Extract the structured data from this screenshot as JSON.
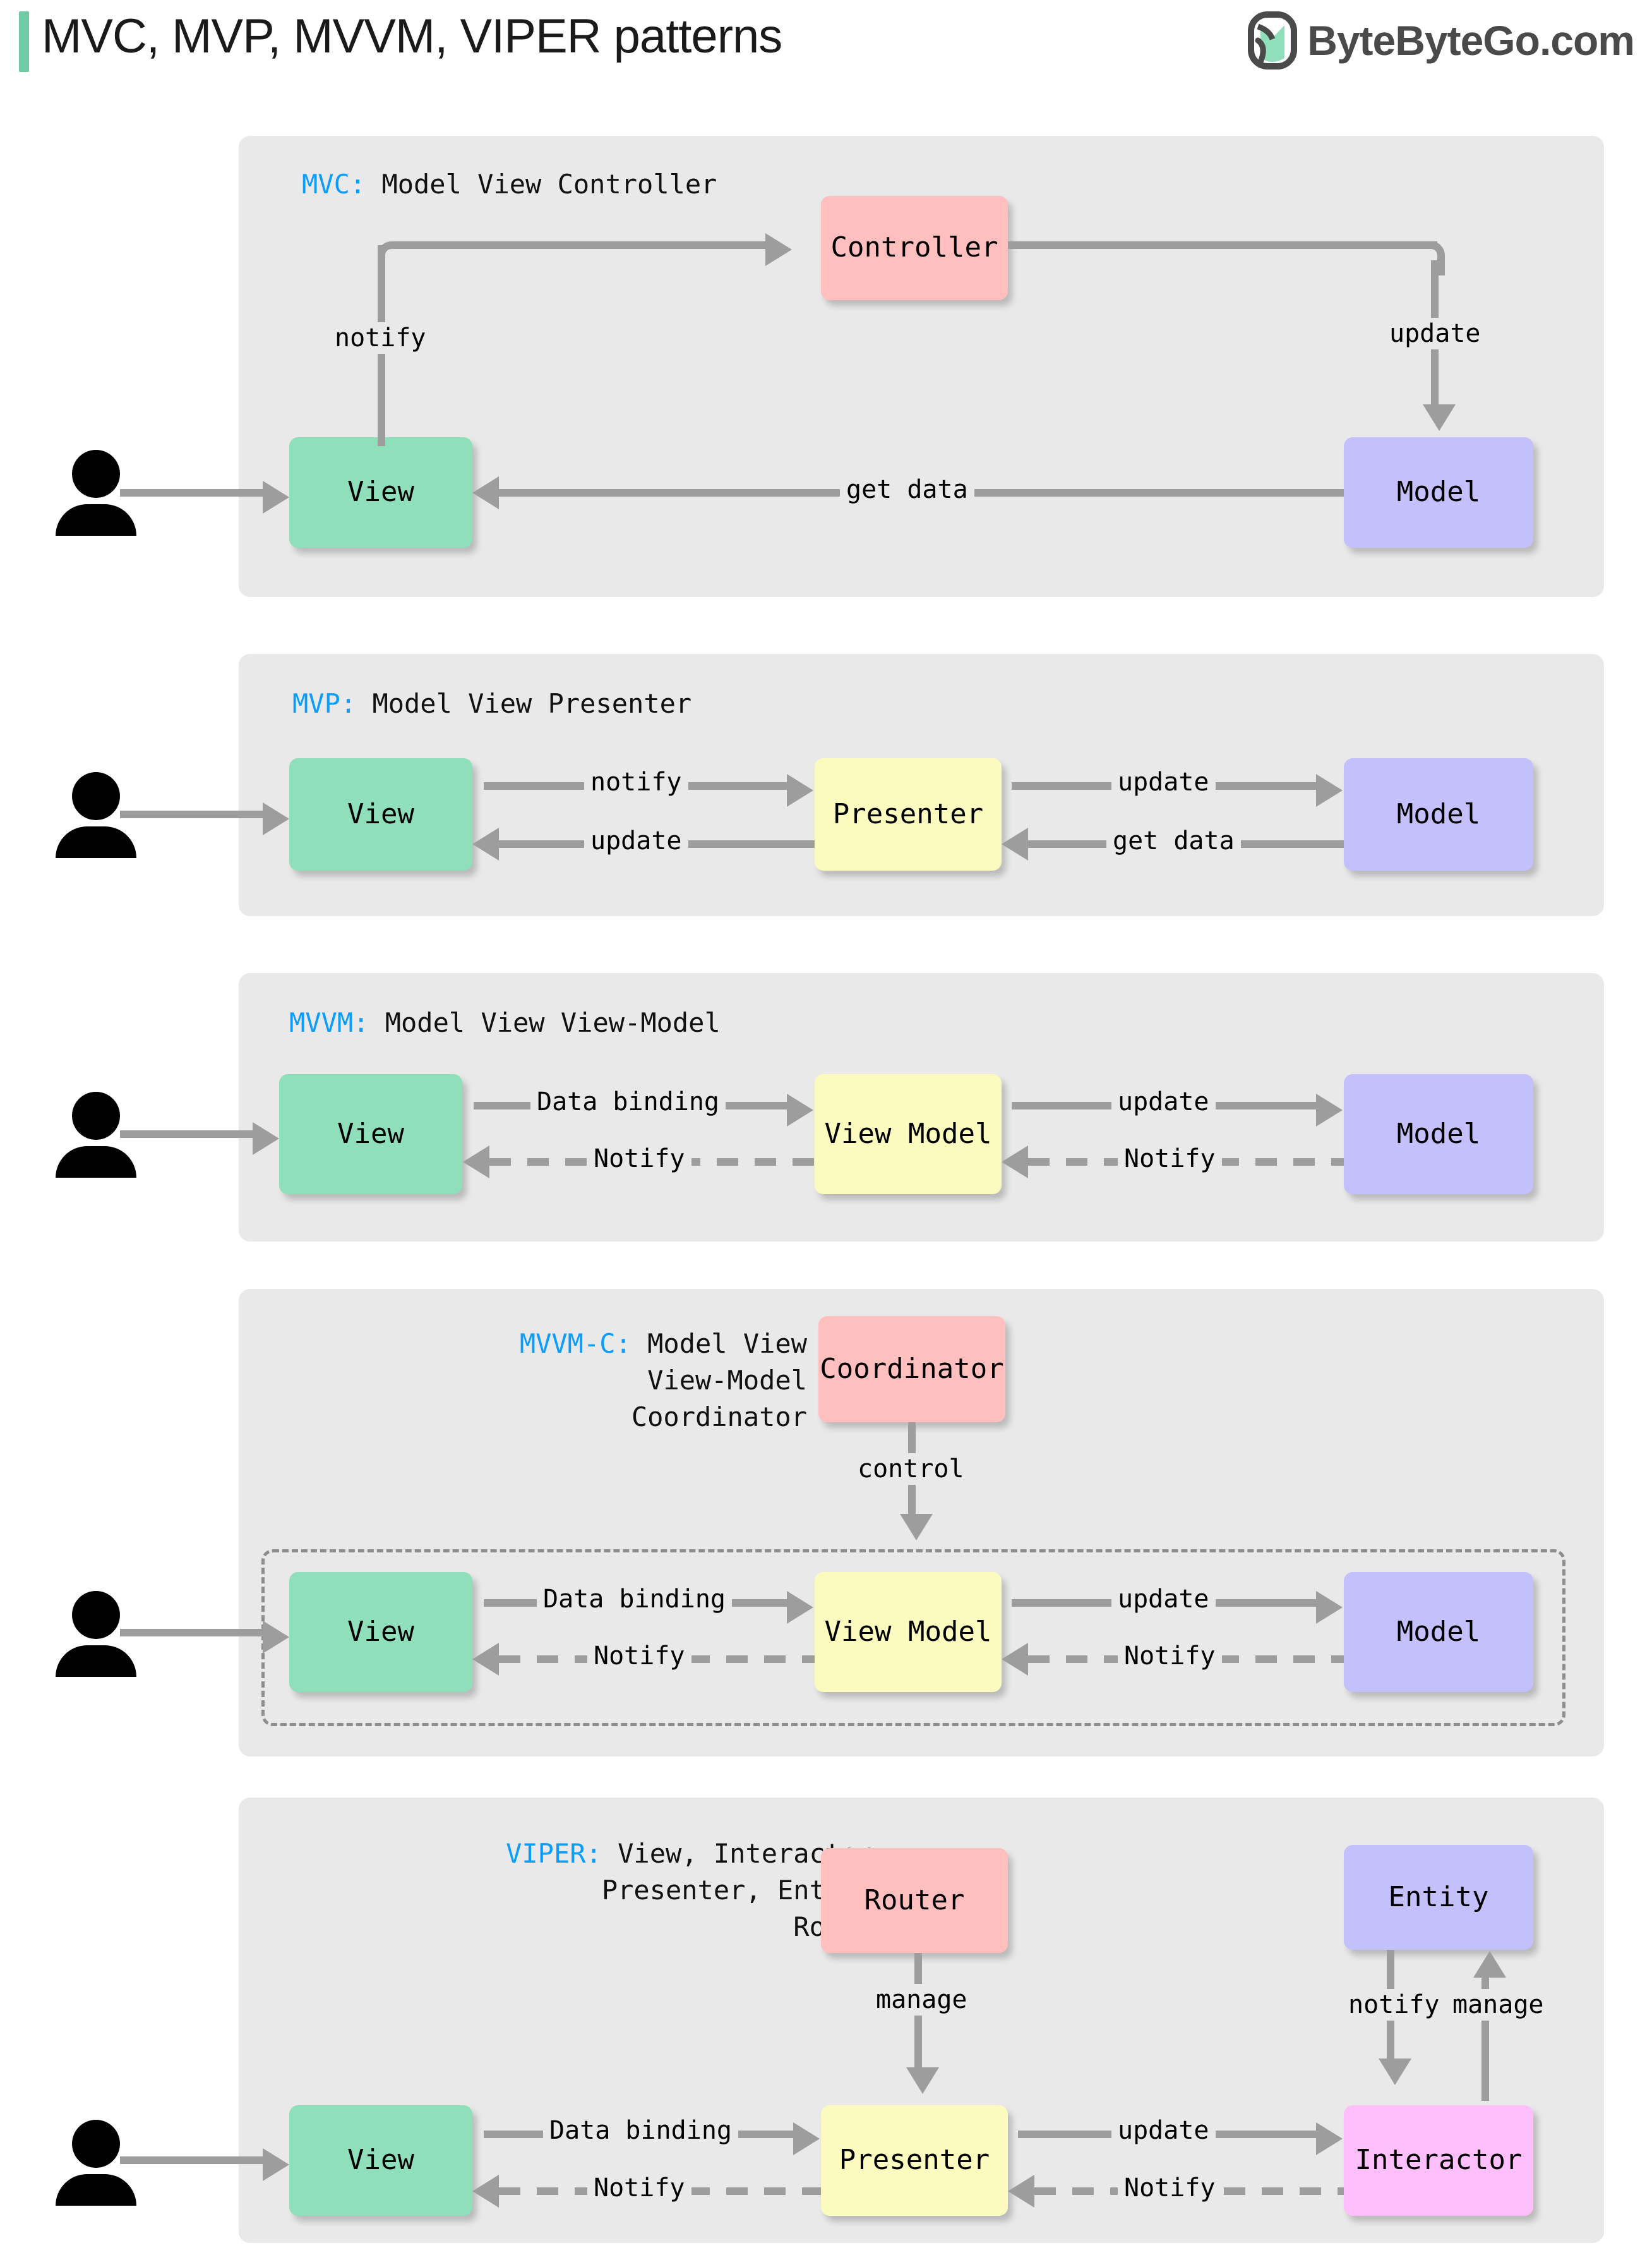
{
  "header": {
    "title": "MVC, MVP, MVVM, VIPER patterns",
    "brand": "ByteByteGo.com",
    "logo_icon": "bytebytego-logo-icon",
    "accent_color": "#6ecba4"
  },
  "colors": {
    "panel": "#e9e9e9",
    "view": "#8fdfbb",
    "model": "#c3c0fb",
    "controller": "#ffbfbf",
    "presenter": "#fbfbbf",
    "interactor": "#ffbffa",
    "keyword": "#0b9dfc",
    "connector": "#9d9d9d"
  },
  "sections": [
    {
      "id": "mvc",
      "key": "MVC:",
      "title_lines": [
        "Model View Controller"
      ],
      "nodes": {
        "view": "View",
        "controller": "Controller",
        "model": "Model"
      },
      "edges": {
        "notify": "notify",
        "update": "update",
        "get_data": "get data"
      }
    },
    {
      "id": "mvp",
      "key": "MVP:",
      "title_lines": [
        "Model View Presenter"
      ],
      "nodes": {
        "view": "View",
        "presenter": "Presenter",
        "model": "Model"
      },
      "edges": {
        "notify": "notify",
        "update_back": "update",
        "update": "update",
        "get_data": "get data"
      }
    },
    {
      "id": "mvvm",
      "key": "MVVM:",
      "title_lines": [
        "Model View View-Model"
      ],
      "nodes": {
        "view": "View",
        "view_model": "View Model",
        "model": "Model"
      },
      "edges": {
        "data_binding": "Data binding",
        "notify_left": "Notify",
        "update": "update",
        "notify_right": "Notify"
      }
    },
    {
      "id": "mvvm-c",
      "key": "MVVM-C:",
      "title_lines": [
        "Model View",
        "View-Model",
        "Coordinator"
      ],
      "nodes": {
        "coordinator": "Coordinator",
        "view": "View",
        "view_model": "View Model",
        "model": "Model"
      },
      "edges": {
        "control": "control",
        "data_binding": "Data binding",
        "notify_left": "Notify",
        "update": "update",
        "notify_right": "Notify"
      }
    },
    {
      "id": "viper",
      "key": "VIPER:",
      "title_lines": [
        "View, Interactor,",
        "Presenter, Entity,",
        "Router"
      ],
      "nodes": {
        "router": "Router",
        "entity": "Entity",
        "view": "View",
        "presenter": "Presenter",
        "interactor": "Interactor"
      },
      "edges": {
        "manage_router": "manage",
        "notify_entity": "notify",
        "manage_entity": "manage",
        "data_binding": "Data binding",
        "notify_left": "Notify",
        "update": "update",
        "notify_right": "Notify"
      }
    }
  ]
}
